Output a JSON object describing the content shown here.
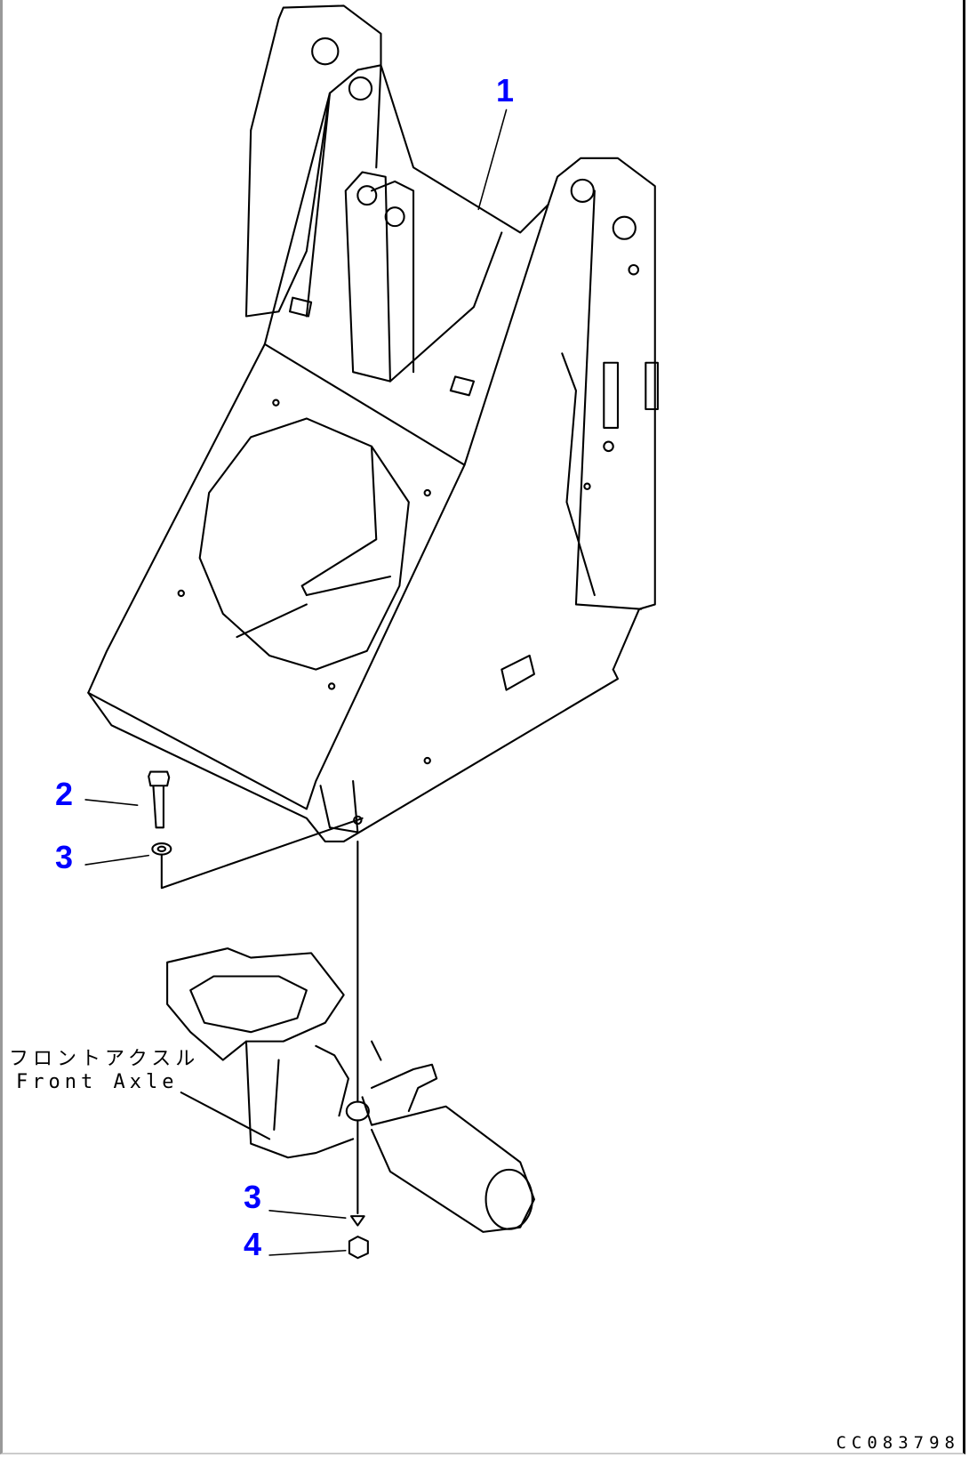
{
  "callouts": [
    {
      "id": "c1",
      "text": "1"
    },
    {
      "id": "c2",
      "text": "2"
    },
    {
      "id": "c3a",
      "text": "3"
    },
    {
      "id": "c3b",
      "text": "3"
    },
    {
      "id": "c4",
      "text": "4"
    }
  ],
  "note": {
    "japanese": "フロントアクスル",
    "english": "Front Axle"
  },
  "drawing_code": "CC083798",
  "colors": {
    "callout": "#0000ff",
    "line": "#000000"
  }
}
